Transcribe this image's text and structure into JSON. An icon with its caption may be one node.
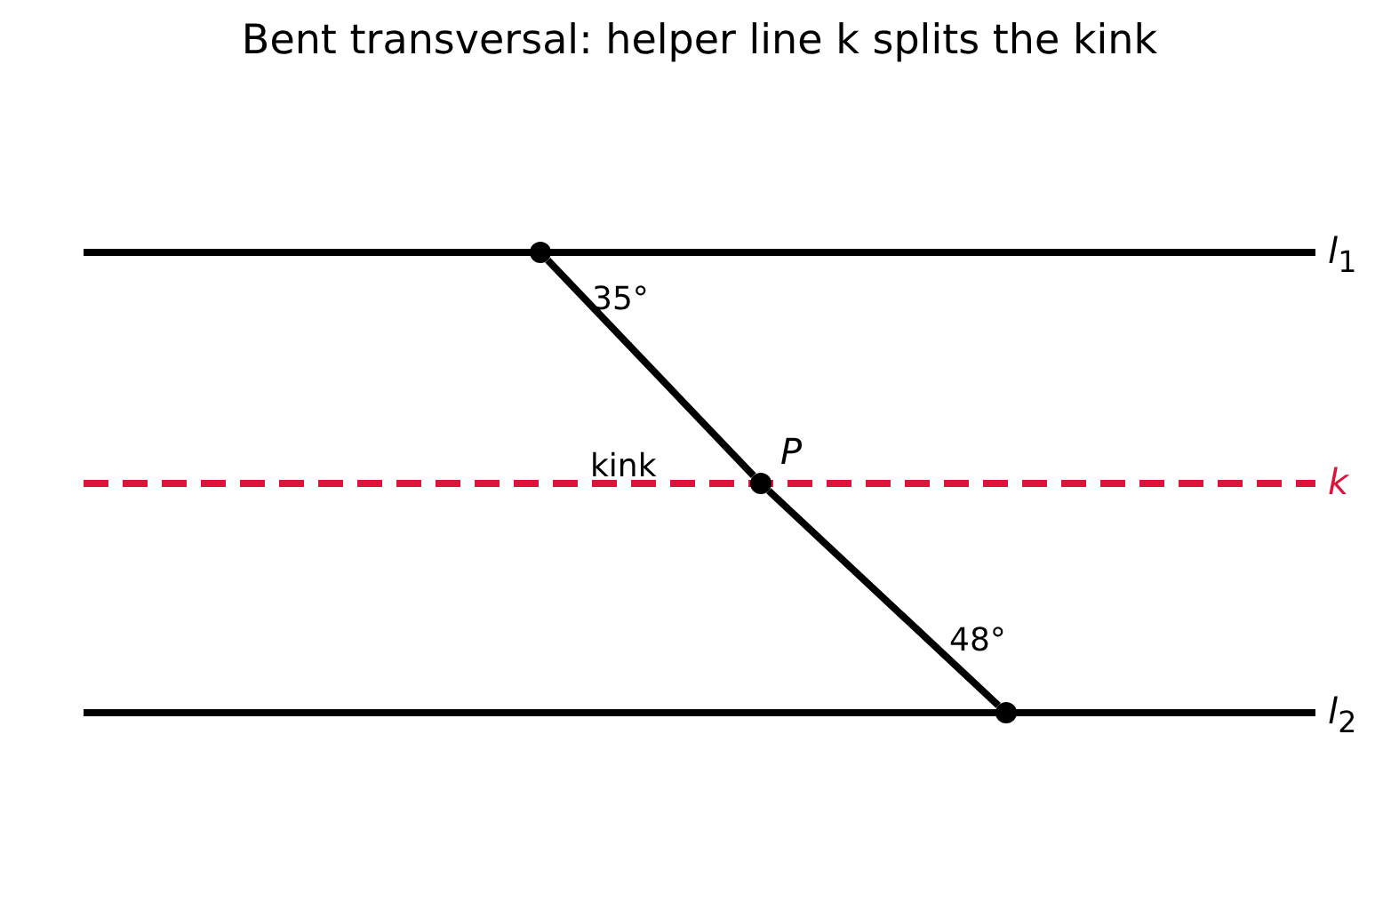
{
  "diagram": {
    "title": "Bent transversal: helper line k splits the kink",
    "nodes": [
      {
        "text": [],
        "shape": "circle"
      },
      {
        "text": [],
        "shape": "circle",
        "beside": [
          "P"
        ]
      },
      {
        "text": [],
        "shape": "circle"
      }
    ],
    "edges": [
      {
        "from": 0,
        "to": 1,
        "arrow": "none"
      },
      {
        "from": 1,
        "to": 2,
        "arrow": "none"
      }
    ],
    "labels": [
      "*l*$_{1}$",
      "35°",
      "kink",
      "k",
      "48°",
      "*l*$_{2}$"
    ]
  }
}
